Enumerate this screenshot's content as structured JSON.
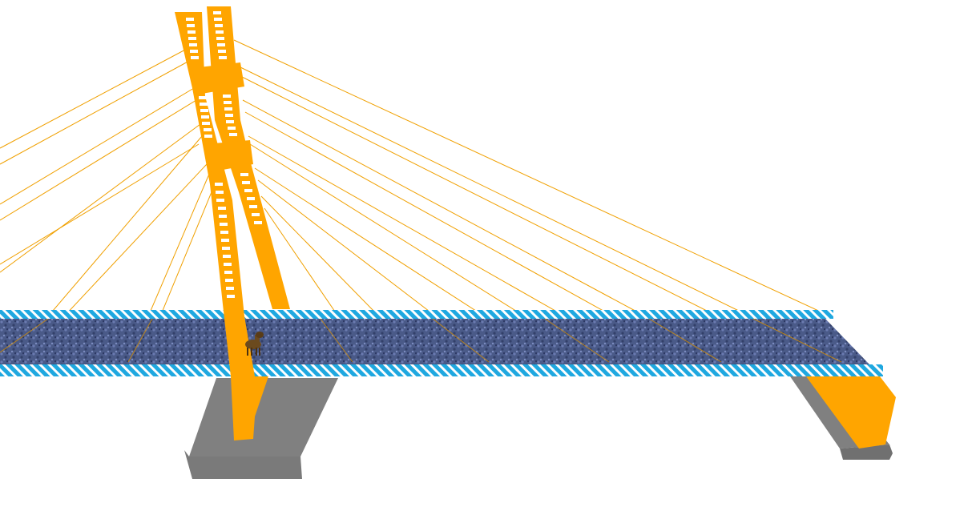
{
  "scene": {
    "background_color": "#ffffff",
    "colors": {
      "tower": "#ffa500",
      "tower_gap": "#ffffff",
      "cables": "#f0a000",
      "pier_shadow": "#808080",
      "pier_shadow_dark": "#707070",
      "deck_surface": "#4a5a88",
      "railing": "#1fa8e0",
      "railing_stripe": "#ffffff",
      "animal": "#6b4a1e"
    },
    "objects": [
      "pylon-tower",
      "stay-cables",
      "bridge-deck",
      "deck-railings",
      "pier-shadow-left",
      "pier-shadow-right",
      "abutment-right",
      "horse-figure"
    ]
  }
}
